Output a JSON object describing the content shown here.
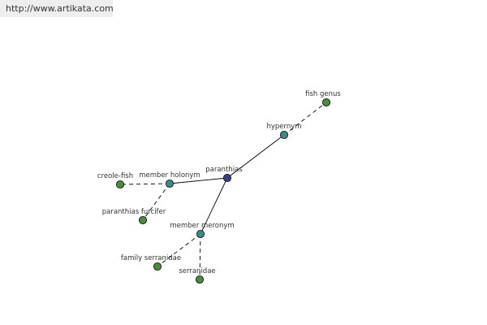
{
  "header": {
    "url": "http://www.artikata.com"
  },
  "colors": {
    "center": "#3b3f86",
    "relation": "#3c8a88",
    "term": "#4b8b3e"
  },
  "graph": {
    "nodes": [
      {
        "id": "paranthias",
        "label": "paranthias",
        "kind": "center"
      },
      {
        "id": "hypernym",
        "label": "hypernym",
        "kind": "relation"
      },
      {
        "id": "fish-genus",
        "label": "fish genus",
        "kind": "term"
      },
      {
        "id": "member-holonym",
        "label": "member holonym",
        "kind": "relation"
      },
      {
        "id": "creole-fish",
        "label": "creole-fish",
        "kind": "term"
      },
      {
        "id": "paranthias-furcifer",
        "label": "paranthias furcifer",
        "kind": "term"
      },
      {
        "id": "member-meronym",
        "label": "member meronym",
        "kind": "relation"
      },
      {
        "id": "family-serranidae",
        "label": "family serranidae",
        "kind": "term"
      },
      {
        "id": "serranidae",
        "label": "serranidae",
        "kind": "term"
      }
    ],
    "edges": [
      {
        "from": "paranthias",
        "to": "hypernym",
        "style": "solid"
      },
      {
        "from": "hypernym",
        "to": "fish-genus",
        "style": "dashed"
      },
      {
        "from": "paranthias",
        "to": "member-holonym",
        "style": "solid"
      },
      {
        "from": "member-holonym",
        "to": "creole-fish",
        "style": "dashed"
      },
      {
        "from": "member-holonym",
        "to": "paranthias-furcifer",
        "style": "dashed"
      },
      {
        "from": "paranthias",
        "to": "member-meronym",
        "style": "solid"
      },
      {
        "from": "member-meronym",
        "to": "family-serranidae",
        "style": "dashed"
      },
      {
        "from": "member-meronym",
        "to": "serranidae",
        "style": "dashed"
      }
    ]
  }
}
